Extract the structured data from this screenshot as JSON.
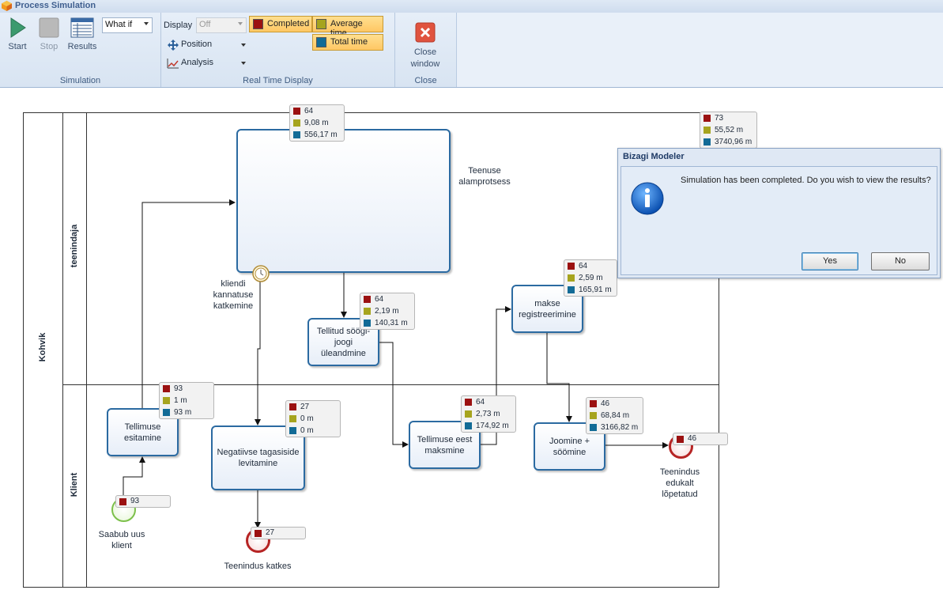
{
  "window": {
    "title": "Process Simulation"
  },
  "ribbon": {
    "simulation": {
      "start_label": "Start",
      "stop_label": "Stop",
      "results_label": "Results",
      "mode_value": "What if",
      "group_label": "Simulation"
    },
    "realtime": {
      "display_label": "Display",
      "display_value": "Off",
      "position_label": "Position",
      "analysis_label": "Analysis",
      "completed_label": "Completed",
      "average_time_label": "Average time",
      "total_time_label": "Total time",
      "group_label": "Real Time Display"
    },
    "close": {
      "close_window_label_line1": "Close",
      "close_window_label_line2": "window",
      "group_label": "Close"
    }
  },
  "colors": {
    "completed": "#9b1111",
    "average": "#a6a41e",
    "total": "#126b96",
    "task_border": "#2b6aa1"
  },
  "diagram": {
    "pool_label": "Kohvik",
    "lanes": [
      "teenindaja",
      "Klient"
    ],
    "subprocess": {
      "label_line1": "Teenuse",
      "label_line2": "alamprotsess",
      "completed": "64",
      "average": "9,08 m",
      "total": "556,17 m"
    },
    "boundary_event_label": [
      "kliendi",
      "kannatuse",
      "katkemine"
    ],
    "process_stats": {
      "completed": "73",
      "average": "55,52 m",
      "total": "3740,96 m"
    },
    "tasks": {
      "tellitud": {
        "lines": [
          "Tellitud söögi-",
          "joogi",
          "üleandmine"
        ],
        "completed": "64",
        "average": "2,19 m",
        "total": "140,31 m"
      },
      "makse_reg": {
        "lines": [
          "makse",
          "registreerimine"
        ],
        "completed": "64",
        "average": "2,59 m",
        "total": "165,91 m"
      },
      "tellimuse_esitamine": {
        "lines": [
          "Tellimuse",
          "esitamine"
        ],
        "completed": "93",
        "average": "1 m",
        "total": "93 m"
      },
      "negatiivse": {
        "lines": [
          "Negatiivse tagasiside",
          "levitamine"
        ],
        "completed": "27",
        "average": "0 m",
        "total": "0 m"
      },
      "tellimuse_eest": {
        "lines": [
          "Tellimuse eest",
          "maksmine"
        ],
        "completed": "64",
        "average": "2,73 m",
        "total": "174,92 m"
      },
      "joomine": {
        "lines": [
          "Joomine +",
          "söömine"
        ],
        "completed": "46",
        "average": "68,84 m",
        "total": "3166,82 m"
      }
    },
    "start_event": {
      "label_line1": "Saabub uus",
      "label_line2": "klient",
      "count": "93"
    },
    "end_katkes": {
      "label": "Teenindus katkes",
      "count": "27"
    },
    "end_edukalt": {
      "label_line1": "Teenindus",
      "label_line2": "edukalt",
      "label_line3": "lõpetatud",
      "count": "46"
    }
  },
  "dialog": {
    "title": "Bizagi Modeler",
    "message": "Simulation has been completed. Do you wish to view the results?",
    "yes_label": "Yes",
    "no_label": "No"
  }
}
